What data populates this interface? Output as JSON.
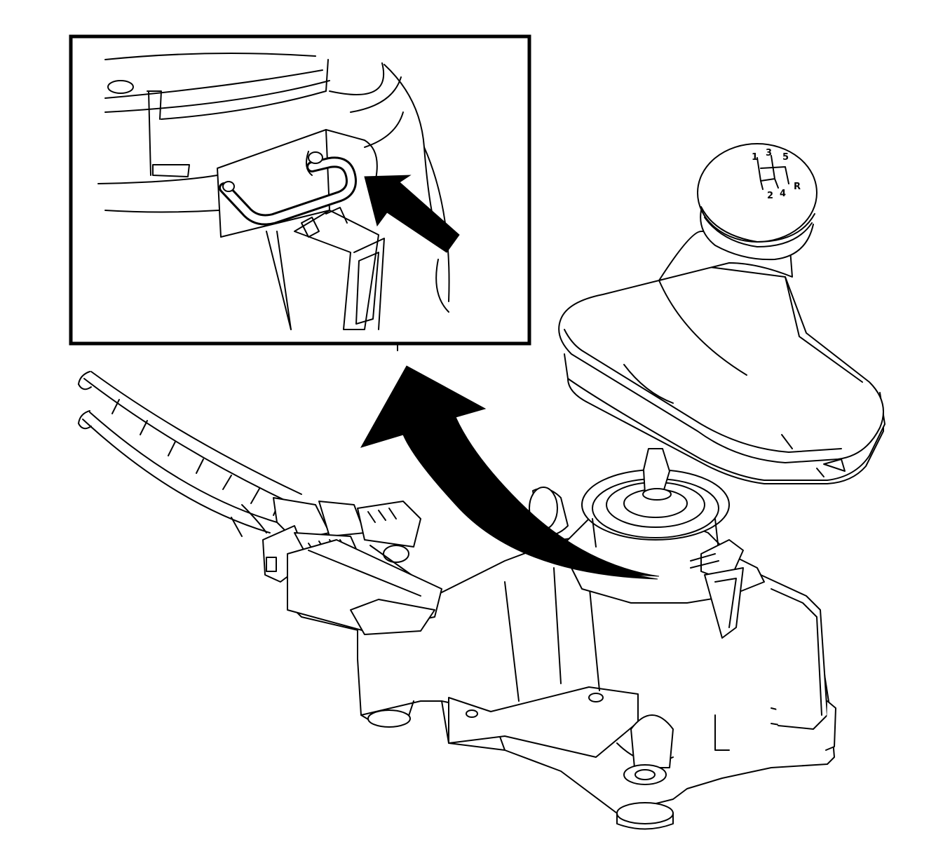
{
  "diagram": {
    "detail_view": {
      "label": "detail-inset"
    },
    "knob": {
      "shift_pattern": [
        "1",
        "3",
        "5",
        "2",
        "4",
        "R"
      ]
    },
    "icons": [
      "detail-arrow-icon",
      "removal-arrow-icon"
    ]
  }
}
